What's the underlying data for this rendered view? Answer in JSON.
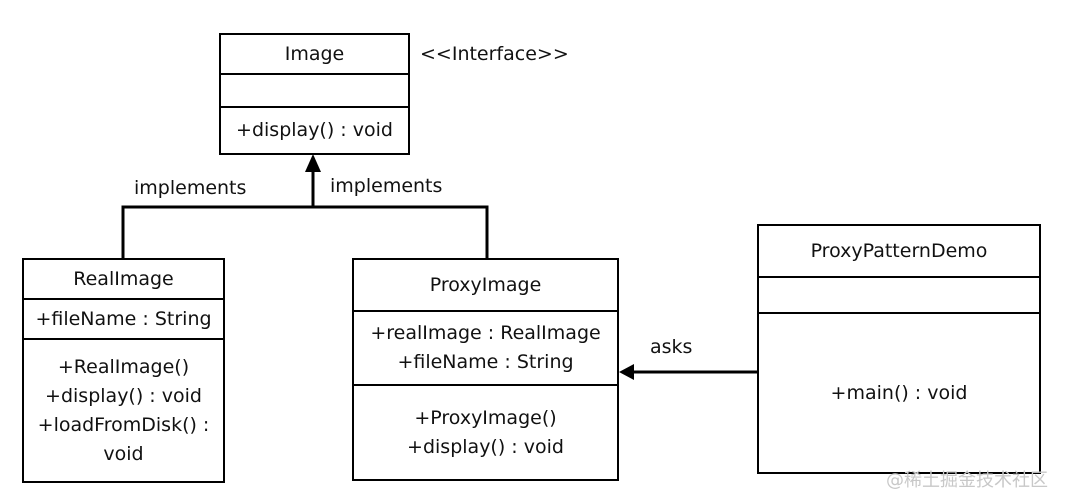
{
  "image_box": {
    "title": "Image",
    "stereotype": "<<Interface>>",
    "attributes": [],
    "operations": [
      "+display()  : void"
    ]
  },
  "real_image_box": {
    "title": "RealImage",
    "attributes": [
      "+fileName  : String"
    ],
    "operations": [
      "+RealImage()",
      "+display()  : void",
      "+loadFromDisk()   :",
      "void"
    ]
  },
  "proxy_image_box": {
    "title": "ProxyImage",
    "attributes": [
      "+realImage : RealImage",
      "+fileName  : String"
    ],
    "operations": [
      "+ProxyImage()",
      "+display()  : void"
    ]
  },
  "demo_box": {
    "title": "ProxyPatternDemo",
    "attributes": [],
    "operations": [
      "+main()  : void"
    ]
  },
  "relations": {
    "implements_left": "implements",
    "implements_right": "implements",
    "asks": "asks"
  },
  "watermark": "@稀土掘金技术社区"
}
